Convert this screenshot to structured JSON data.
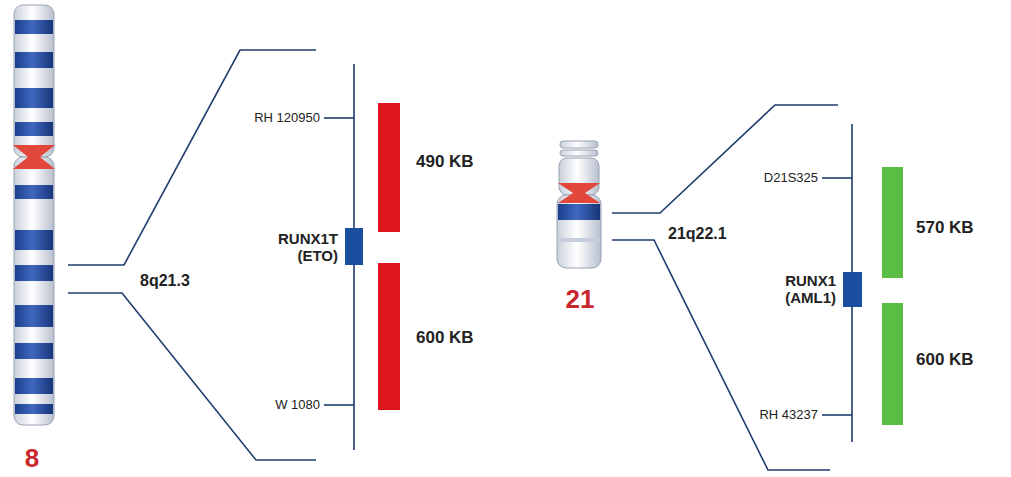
{
  "diagram": {
    "labels": [
      "RH 120950",
      "490 KB",
      "RUNX1T (ETO)",
      "8q21.3",
      "600 KB",
      "W 1080",
      "8",
      "D21S325",
      "21q22.1",
      "570 KB",
      "RUNX1 (AML1)",
      "600 KB",
      "RH 43237",
      "21"
    ]
  }
}
